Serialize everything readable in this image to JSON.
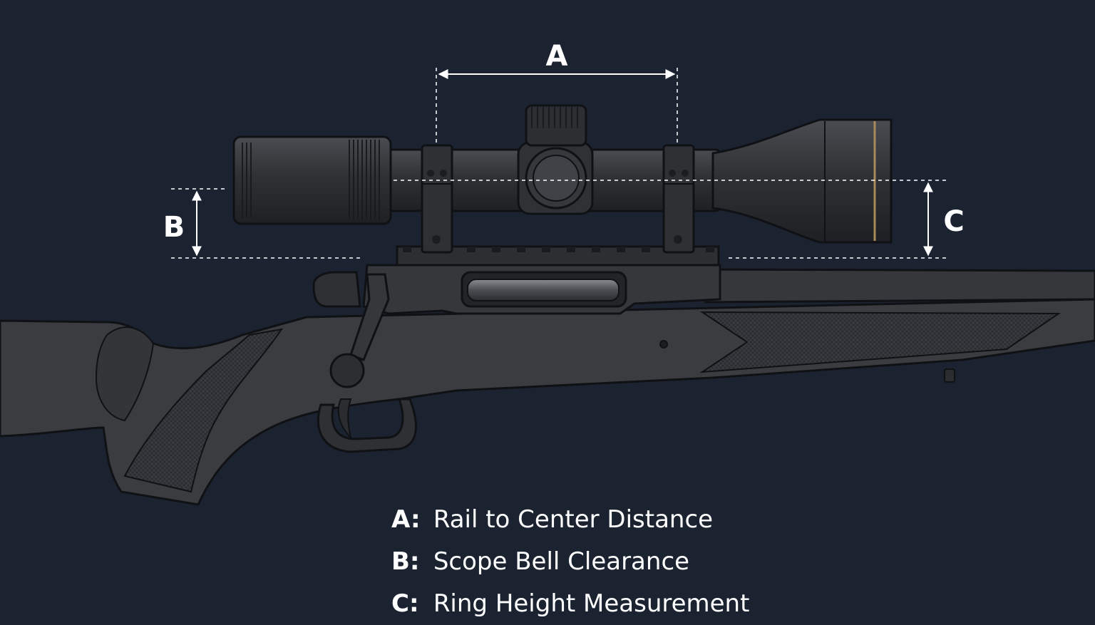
{
  "colors": {
    "background": "#1b2331",
    "rifle_body": "#3a3c40",
    "rifle_dark": "#26282b",
    "outline": "#101114",
    "guide": "#ffffff",
    "bell_ring": "#a98a5a"
  },
  "dimensions": {
    "a_label": "A",
    "b_label": "B",
    "c_label": "C"
  },
  "legend": [
    {
      "key": "A:",
      "text": "Rail to Center Distance"
    },
    {
      "key": "B:",
      "text": "Scope Bell Clearance"
    },
    {
      "key": "C:",
      "text": "Ring Height Measurement"
    }
  ]
}
